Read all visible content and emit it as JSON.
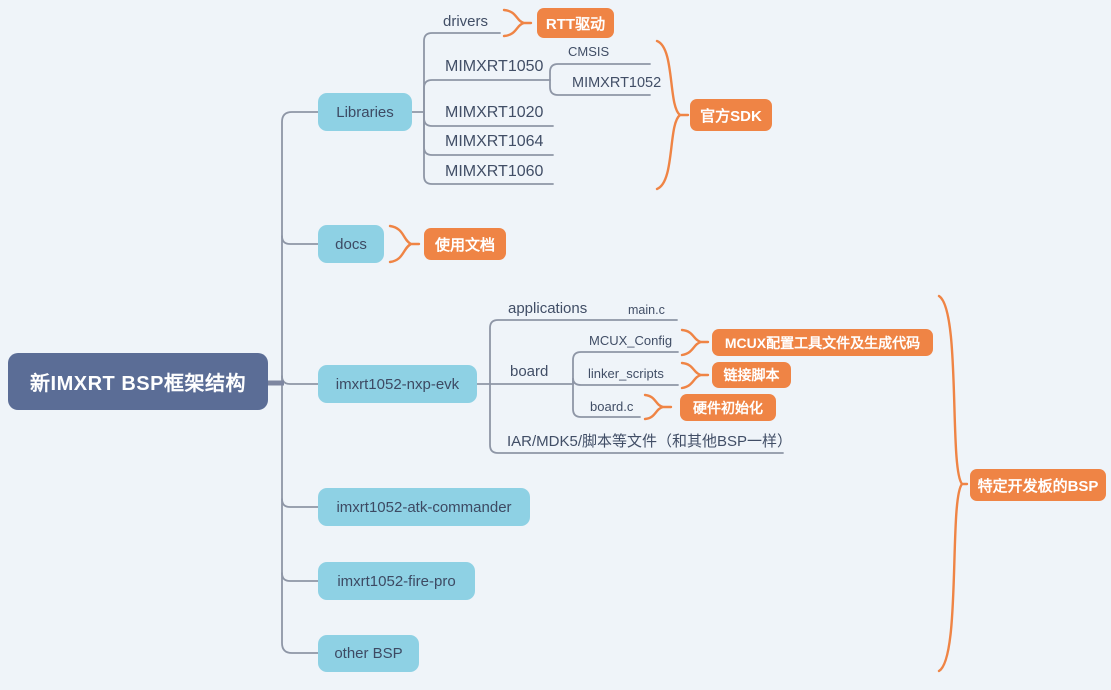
{
  "mindmap": {
    "root": {
      "label": "新IMXRT BSP框架结构"
    },
    "branches": [
      {
        "label": "Libraries",
        "group_callout": "官方SDK",
        "children": [
          {
            "label": "drivers",
            "callout": "RTT驱动"
          },
          {
            "label": "MIMXRT1050",
            "children": [
              {
                "label": "CMSIS"
              },
              {
                "label": "MIMXRT1052"
              }
            ]
          },
          {
            "label": "MIMXRT1020"
          },
          {
            "label": "MIMXRT1064"
          },
          {
            "label": "MIMXRT1060"
          }
        ]
      },
      {
        "label": "docs",
        "callout": "使用文档"
      },
      {
        "label": "imxrt1052-nxp-evk",
        "children": [
          {
            "label": "applications",
            "children": [
              {
                "label": "main.c"
              }
            ]
          },
          {
            "label": "board",
            "children": [
              {
                "label": "MCUX_Config",
                "callout": "MCUX配置工具文件及生成代码"
              },
              {
                "label": "linker_scripts",
                "callout": "链接脚本"
              },
              {
                "label": "board.c",
                "callout": "硬件初始化"
              }
            ]
          },
          {
            "label": "IAR/MDK5/脚本等文件（和其他BSP一样）"
          }
        ]
      },
      {
        "label": "imxrt1052-atk-commander"
      },
      {
        "label": "imxrt1052-fire-pro"
      },
      {
        "label": "other BSP"
      }
    ],
    "right_callout": "特定开发板的BSP",
    "colors": {
      "background": "#eff4f9",
      "root_fill": "#5b6d96",
      "topic_fill": "#8ed1e4",
      "topic_text": "#3d4a63",
      "callout_fill": "#ef8445",
      "line_gray": "#8e96a6"
    }
  }
}
